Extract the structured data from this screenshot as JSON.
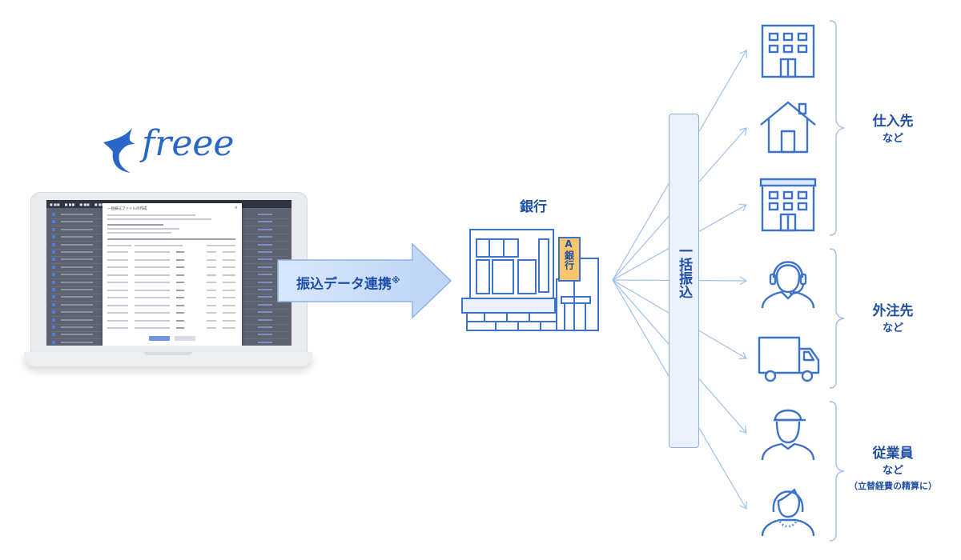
{
  "logo": {
    "text": "freee"
  },
  "laptop_ui": {
    "modal_title": "一括振込ファイルの作成",
    "modal_close": "×"
  },
  "flow": {
    "arrow_label": "振込データ連携",
    "arrow_mark": "※"
  },
  "bank": {
    "label": "銀行",
    "sign_letter": "A",
    "sign_text": "銀行"
  },
  "bulk": {
    "label": "一括振込"
  },
  "recipients": [
    {
      "icon": "office-building-icon"
    },
    {
      "icon": "house-icon"
    },
    {
      "icon": "store-building-icon"
    },
    {
      "icon": "operator-headset-icon"
    },
    {
      "icon": "delivery-truck-icon"
    },
    {
      "icon": "worker-cap-person-icon"
    },
    {
      "icon": "woman-person-icon"
    }
  ],
  "groups": [
    {
      "main": "仕入先",
      "sub": "など",
      "note": ""
    },
    {
      "main": "外注先",
      "sub": "など",
      "note": ""
    },
    {
      "main": "従業員",
      "sub": "など",
      "note": "（立替経費の精算に）"
    }
  ],
  "colors": {
    "brand_blue": "#2866c7",
    "line_blue": "#8fb2e6",
    "text_blue": "#1f4fa3",
    "icon_blue": "#3e73cc"
  }
}
